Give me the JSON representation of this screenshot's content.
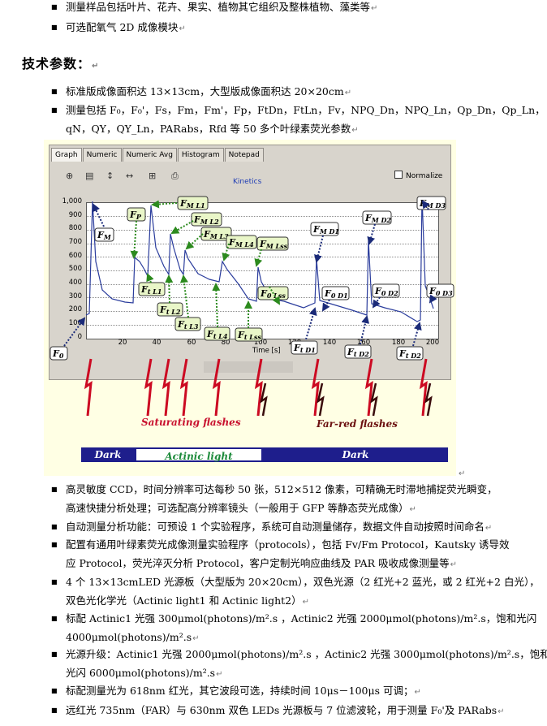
{
  "bullets_top": [
    "测量样品包括叶片、花卉、果实、植物其它组织及整株植物、藻类等",
    "可选配氧气 2D 成像模块"
  ],
  "section_title": "技术参数：",
  "bullets_params": [
    {
      "l1": "标准版成像面积达 13×13cm，大型版成像面积达 20×20cm"
    },
    {
      "l1": "测量包括 F₀，F₀'，Fs，Fm，Fm'，Fp，FtDn，FtLn，Fv，NPQ_Dn，NPQ_Ln，Qp_Dn，Qp_Ln，",
      "l2": "qN，QY，QY_Ln，PARabs，Rfd 等 50 多个叶绿素荧光参数"
    }
  ],
  "figure": {
    "tabs": [
      "Graph",
      "Numeric",
      "Numeric Avg",
      "Histogram",
      "Notepad"
    ],
    "kinetics": "Kinetics",
    "normalize": "Normalize",
    "y_ticks": [
      "1,000",
      "900",
      "800",
      "700",
      "600",
      "500",
      "400",
      "300",
      "200",
      "100",
      "0"
    ],
    "x_ticks": [
      "20",
      "40",
      "60",
      "80",
      "100",
      "120",
      "140",
      "160",
      "180",
      "200"
    ],
    "x_label": "Time [s]",
    "saturating": "Saturating flashes",
    "farred": "Far-red flashes",
    "bar_dark1": "Dark",
    "bar_actinic": "Actinic light",
    "bar_dark2": "Dark"
  },
  "bullets_bottom": [
    {
      "l1": "高灵敏度 CCD，时间分辨率可达每秒 50 张，512×512 像素，可精确无时滞地捕捉荧光瞬变，",
      "l2": "高速快捷分析处理；可选配高分辨率镜头（一般用于 GFP 等静态荧光成像）"
    },
    {
      "l1": "自动测量分析功能：可预设 1 个实验程序，系统可自动测量储存，数据文件自动按照时间命名"
    },
    {
      "l1": "配置有通用叶绿素荧光成像测量实验程序（protocols），包括 Fv/Fm Protocol，Kautsky 诱导效",
      "l2": "应 Protocol，荧光淬灭分析 Protocol，客户定制光响应曲线及 PAR 吸收成像测量等"
    },
    {
      "l1": "4 个 13×13cmLED 光源板（大型版为 20×20cm），双色光源（2 红光+2 蓝光，或 2 红光+2 白光），",
      "l2": "双色光化学光（Actinic light1 和 Actinic light2）"
    },
    {
      "l1": "标配 Actinic1 光强 300μmol(photons)/m².s ，Actinic2 光强 2000μmol(photons)/m².s，饱和光闪",
      "l2": "4000μmol(photons)/m².s"
    },
    {
      "l1": "光源升级：Actinic1 光强 2000μmol(photons)/m².s ，Actinic2 光强 3000μmol(photons)/m².s，饱和",
      "l2": "光闪 6000μmol(photons)/m².s"
    },
    {
      "l1": "标配测量光为 618nm 红光，其它波段可选，持续时间 10μs－100μs 可调；"
    },
    {
      "l1": "远红光 735nm（FAR）与 630nm 双色 LEDs 光源板与 7 位滤波轮，用于测量 F₀'及 PARabs"
    }
  ]
}
